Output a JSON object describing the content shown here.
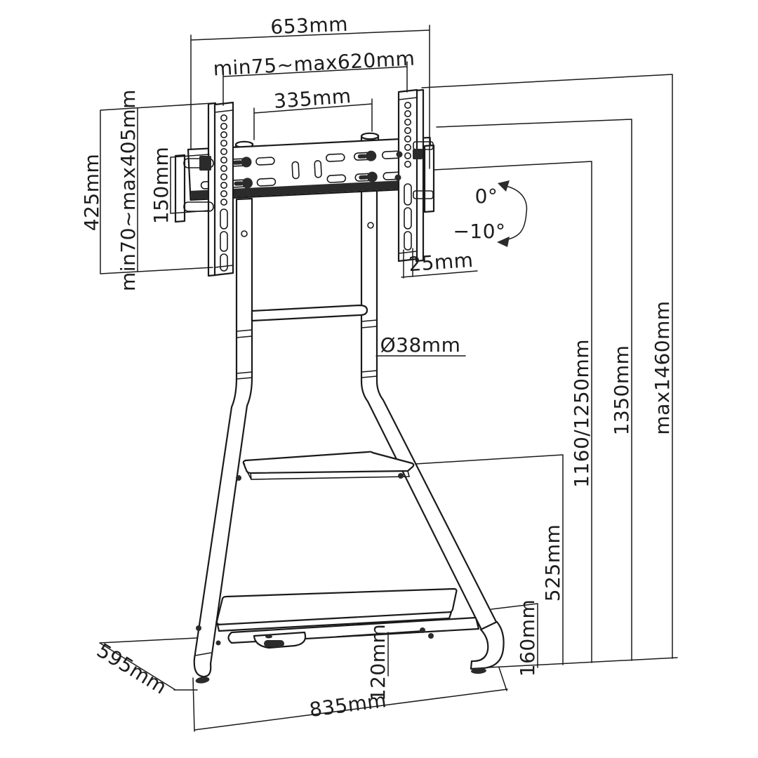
{
  "canvas": {
    "background": "#ffffff",
    "line_color": "#1a1a1a"
  },
  "labels": {
    "mount_width": "653mm",
    "vesa_width_range": "min75~max620mm",
    "pole_spacing": "335mm",
    "mount_height": "425mm",
    "vesa_height_range": "min70~max405mm",
    "adapter_height": "150mm",
    "edge_offset": "25mm",
    "tilt_upper": "0°",
    "tilt_lower": "−10°",
    "pole_diameter": "Ø38mm",
    "mount_heights": "1160/1250mm",
    "upper_height": "1350mm",
    "max_height": "max1460mm",
    "shelf_height": "525mm",
    "base_bar_height": "160mm",
    "ground_clearance": "120mm",
    "base_width": "835mm",
    "base_depth": "595mm"
  }
}
